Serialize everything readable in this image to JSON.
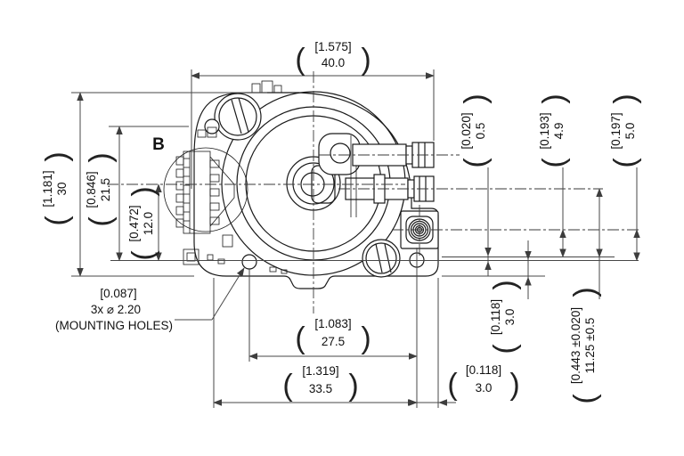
{
  "drawing": {
    "detail_label": "B",
    "paren_open": "(",
    "paren_close": ")",
    "note": {
      "inch": "[0.087]",
      "label": "3x ⌀ 2.20",
      "caption": "(MOUNTING HOLES)"
    },
    "dims": {
      "top_width": {
        "inch": "[1.575]",
        "mm": "40.0"
      },
      "body_height": {
        "inch": "[1.181]",
        "mm": "30"
      },
      "connector_top": {
        "inch": "[0.846]",
        "mm": "21.5"
      },
      "connector_center": {
        "inch": "[0.472]",
        "mm": "12.0"
      },
      "bottom_step": {
        "inch": "[0.020]",
        "mm": "0.5"
      },
      "valve_to_base_a": {
        "inch": "[0.193]",
        "mm": "4.9"
      },
      "valve_to_base_b": {
        "inch": "[0.197]",
        "mm": "5.0"
      },
      "hole_spacing": {
        "inch": "[1.083]",
        "mm": "27.5"
      },
      "base_width": {
        "inch": "[1.319]",
        "mm": "33.5"
      },
      "edge_offset": {
        "inch": "[0.118]",
        "mm": "3.0"
      },
      "base_thickness": {
        "inch": "[0.118]",
        "mm": "3.0"
      },
      "port_center_height": {
        "inch": "[0.443 ±0.020]",
        "mm": "11.25 ±0.5"
      }
    }
  }
}
